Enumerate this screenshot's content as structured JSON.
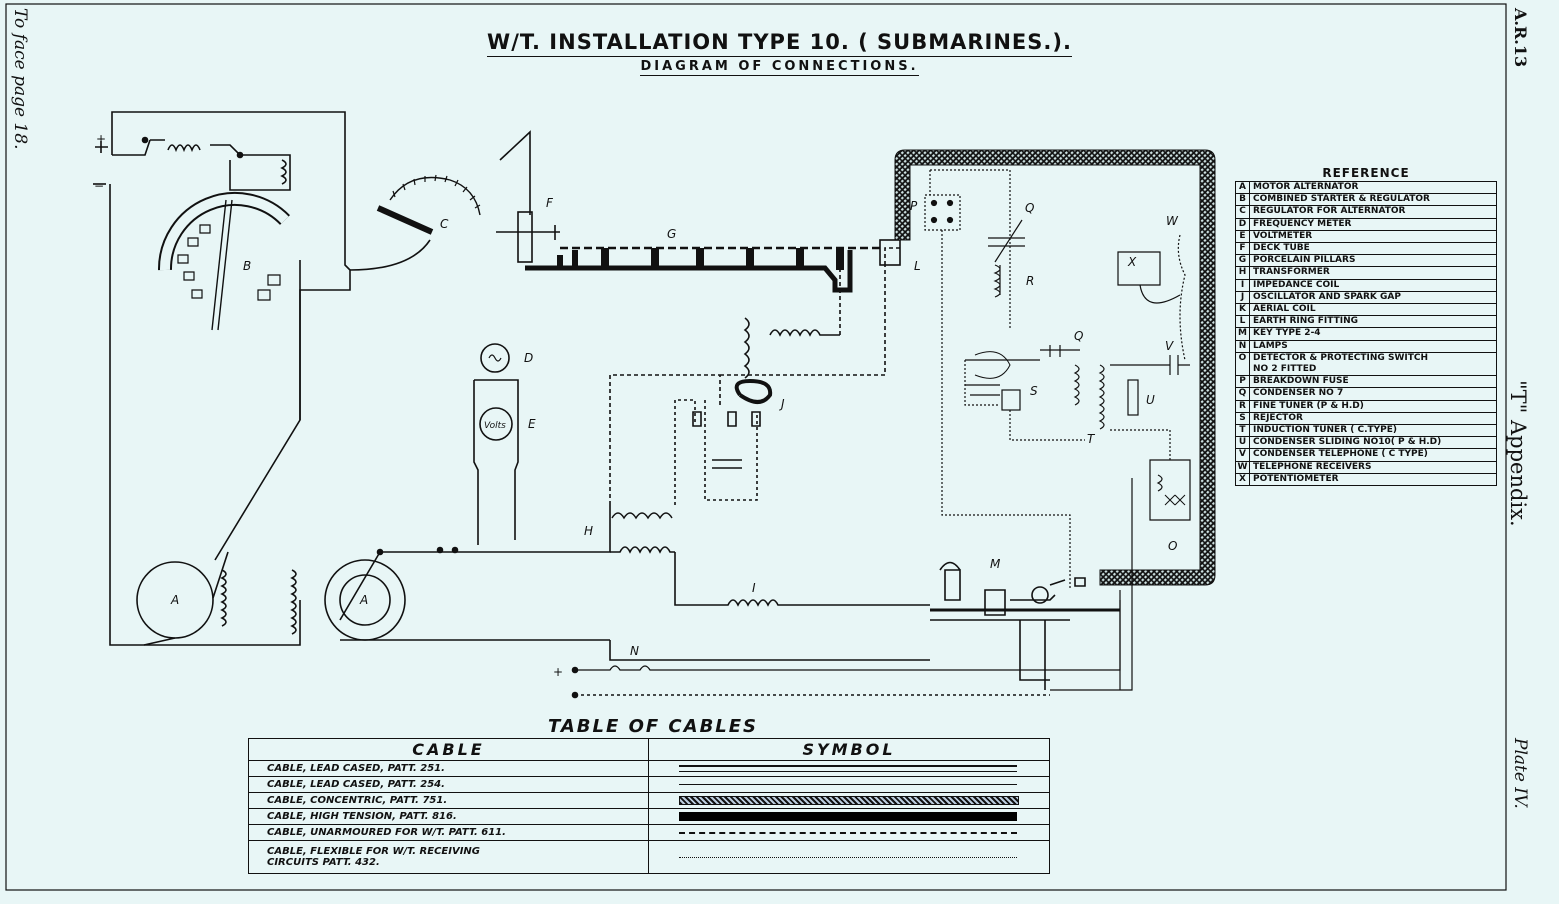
{
  "title": "W/T. INSTALLATION TYPE 10. ( SUBMARINES.).",
  "subtitle": "DIAGRAM OF CONNECTIONS.",
  "left_note": "To face page 18.",
  "doc_code": "A.R.13",
  "appendix_label": "\"T\" Appendix.",
  "plate_label": "Plate IV.",
  "reference": {
    "title": "REFERENCE",
    "items": [
      {
        "key": "A",
        "text": "MOTOR ALTERNATOR"
      },
      {
        "key": "B",
        "text": "COMBINED STARTER & REGULATOR"
      },
      {
        "key": "C",
        "text": "REGULATOR FOR ALTERNATOR"
      },
      {
        "key": "D",
        "text": "FREQUENCY METER"
      },
      {
        "key": "E",
        "text": "VOLTMETER"
      },
      {
        "key": "F",
        "text": "DECK TUBE"
      },
      {
        "key": "G",
        "text": "PORCELAIN PILLARS"
      },
      {
        "key": "H",
        "text": "TRANSFORMER"
      },
      {
        "key": "I",
        "text": "IMPEDANCE COIL"
      },
      {
        "key": "J",
        "text": "OSCILLATOR AND SPARK GAP"
      },
      {
        "key": "K",
        "text": "AERIAL COIL"
      },
      {
        "key": "L",
        "text": "EARTH RING FITTING"
      },
      {
        "key": "M",
        "text": "KEY TYPE 2-4"
      },
      {
        "key": "N",
        "text": "LAMPS"
      },
      {
        "key": "O",
        "text": "DETECTOR & PROTECTING SWITCH",
        "text2": "NO 2 FITTED"
      },
      {
        "key": "P",
        "text": "BREAKDOWN FUSE"
      },
      {
        "key": "Q",
        "text": "CONDENSER NO 7"
      },
      {
        "key": "R",
        "text": "FINE TUNER (P & H.D)"
      },
      {
        "key": "S",
        "text": "REJECTOR"
      },
      {
        "key": "T",
        "text": "INDUCTION TUNER ( C.TYPE)"
      },
      {
        "key": "U",
        "text": "CONDENSER SLIDING NO10( P & H.D)"
      },
      {
        "key": "V",
        "text": "CONDENSER TELEPHONE ( C TYPE)"
      },
      {
        "key": "W",
        "text": "TELEPHONE RECEIVERS"
      },
      {
        "key": "X",
        "text": "POTENTIOMETER"
      }
    ]
  },
  "cables_table": {
    "title": "TABLE OF CABLES",
    "header_cable": "CABLE",
    "header_symbol": "SYMBOL",
    "rows": [
      {
        "cable": "CABLE, LEAD CASED, PATT. 251.",
        "symbol": "double-thin-line"
      },
      {
        "cable": "CABLE, LEAD CASED, PATT. 254.",
        "symbol": "thin-line"
      },
      {
        "cable": "CABLE, CONCENTRIC, PATT. 751.",
        "symbol": "hatched-band"
      },
      {
        "cable": "CABLE, HIGH TENSION, PATT. 816.",
        "symbol": "heavy-black-band"
      },
      {
        "cable": "CABLE, UNARMOURED FOR W/T. PATT. 611.",
        "symbol": "dashed-line"
      },
      {
        "cable": "CABLE, FLEXIBLE FOR W/T. RECEIVING",
        "cable2": "CIRCUITS PATT. 432.",
        "symbol": "dotted-line"
      }
    ]
  },
  "labels": {
    "A1": "A",
    "A2": "A",
    "B": "B",
    "C": "C",
    "D": "D",
    "E": "E",
    "volts": "Volts",
    "F": "F",
    "G": "G",
    "H": "H",
    "I": "I",
    "J": "J",
    "L": "L",
    "M": "M",
    "N": "N",
    "O": "O",
    "P": "P",
    "Q1": "Q",
    "Q2": "Q",
    "R": "R",
    "S": "S",
    "T": "T",
    "U": "U",
    "V": "V",
    "W": "W",
    "X": "X",
    "plus1": "+",
    "minus1": "−",
    "plus2": "+"
  },
  "colors": {
    "paper": "#e8f6f6",
    "ink": "#111111"
  }
}
